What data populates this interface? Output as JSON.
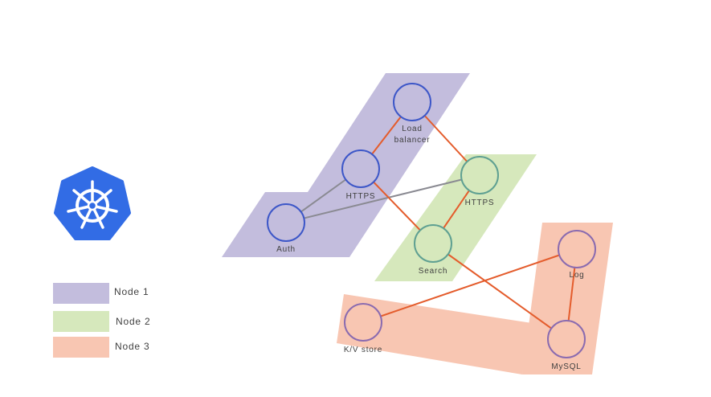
{
  "colors": {
    "node1": "#c3bddd",
    "node2": "#d6e8bc",
    "node3": "#f8c6b2",
    "edge_orange": "#e45c2c",
    "edge_gray": "#8a8a92",
    "service_blue": "#3d57c8",
    "service_teal": "#5fa092",
    "service_purple": "#8a6bb0",
    "k8s_blue": "#326ce5"
  },
  "logo": {
    "icon": "kubernetes-helm-icon"
  },
  "legend": [
    {
      "label": "Node 1",
      "color": "#c3bddd"
    },
    {
      "label": "Node 2",
      "color": "#d6e8bc"
    },
    {
      "label": "Node 3",
      "color": "#f8c6b2"
    }
  ],
  "services": {
    "load_balancer": {
      "line1": "Load",
      "line2": "balancer"
    },
    "https1": {
      "label": "HTTPS"
    },
    "auth": {
      "label": "Auth"
    },
    "https2": {
      "label": "HTTPS"
    },
    "search": {
      "label": "Search"
    },
    "log": {
      "label": "Log"
    },
    "kv_store": {
      "label": "K/V store"
    },
    "mysql": {
      "label": "MySQL"
    }
  }
}
